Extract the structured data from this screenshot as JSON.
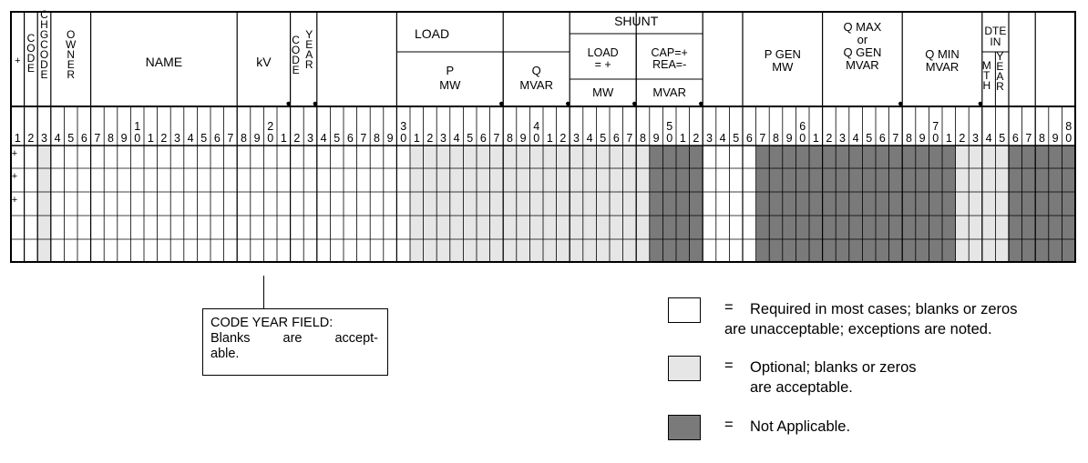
{
  "colors": {
    "required": "#ffffff",
    "optional": "#e6e6e6",
    "not_applicable": "#7a7a7a",
    "ink": "#000000"
  },
  "form": {
    "plus_header": "+",
    "row_marks": [
      "+",
      "+",
      "+",
      ""
    ],
    "column_numbers": [
      "1",
      "2",
      "3",
      "4",
      "5",
      "6",
      "7",
      "8",
      "9",
      "0",
      "1",
      "2",
      "3",
      "4",
      "5",
      "6",
      "7",
      "8",
      "9",
      "0",
      "1",
      "2",
      "3",
      "4",
      "5",
      "6",
      "7",
      "8",
      "9",
      "0",
      "1",
      "2",
      "3",
      "4",
      "5",
      "6",
      "7",
      "8",
      "9",
      "0",
      "1",
      "2",
      "3",
      "4",
      "5",
      "6",
      "7",
      "8",
      "9",
      "0",
      "1",
      "2",
      "3",
      "4",
      "5",
      "6",
      "7",
      "8",
      "9",
      "0",
      "1",
      "2",
      "3",
      "4",
      "5",
      "6",
      "7",
      "8",
      "9",
      "0",
      "1",
      "2",
      "3",
      "4",
      "5",
      "6",
      "7",
      "8",
      "9",
      "0"
    ],
    "tens_markers": [
      "1",
      "2",
      "3",
      "4",
      "5",
      "6",
      "7",
      "8"
    ],
    "headers": {
      "code": "CODE",
      "chg_code": "CHG CODE",
      "owner": "OWNER",
      "name": "NAME",
      "kv": "kV",
      "code_year": "C Y O E D A E R",
      "load": "LOAD",
      "load_p": [
        "P",
        "MW"
      ],
      "load_q": [
        "Q",
        "MVAR"
      ],
      "shunt": "SHUNT",
      "shunt_load": [
        "LOAD",
        "= +"
      ],
      "shunt_cap": [
        "CAP=+",
        "REA=-"
      ],
      "shunt_mw": "MW",
      "shunt_mvar": "MVAR",
      "p_gen": [
        "P GEN",
        "MW"
      ],
      "q_max": [
        "Q MAX",
        "or",
        "Q GEN",
        "MVAR"
      ],
      "q_min": [
        "Q MIN",
        "MVAR"
      ],
      "date_in": "DTE IN",
      "date_mth": "MTH",
      "date_year": "YEAR"
    }
  },
  "callout": {
    "lines": [
      "CODE YEAR FIELD:",
      "Blanks are accept-",
      "able."
    ]
  },
  "legend": {
    "required": {
      "eq": "=",
      "line1": "Required in most cases; blanks or zeros",
      "line2": "are unacceptable; exceptions are noted."
    },
    "optional": {
      "eq": "=",
      "line1": "Optional; blanks or zeros",
      "line2": "are acceptable."
    },
    "not_applicable": {
      "eq": "=",
      "line1": "Not Applicable."
    }
  }
}
